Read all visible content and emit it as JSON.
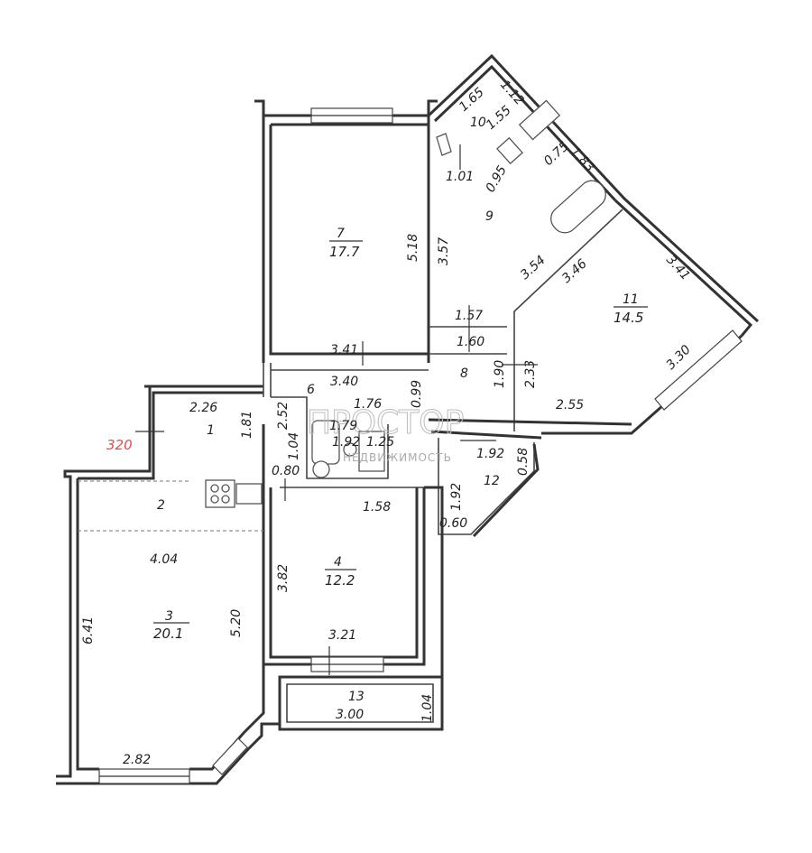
{
  "plan": {
    "watermark_top": "ПРОСТОР",
    "watermark_bottom": "НЕДВИЖИМОСТЬ",
    "annotation_red": "320",
    "rooms": {
      "r1": {
        "num": "1"
      },
      "r2": {
        "num": "2"
      },
      "r3": {
        "num": "3",
        "area": "20.1"
      },
      "r4": {
        "num": "4",
        "area": "12.2"
      },
      "r6": {
        "num": "6"
      },
      "r7": {
        "num": "7",
        "area": "17.7"
      },
      "r8": {
        "num": "8"
      },
      "r9": {
        "num": "9"
      },
      "r10": {
        "num": "10"
      },
      "r11": {
        "num": "11",
        "area": "14.5"
      },
      "r12": {
        "num": "12"
      },
      "r13": {
        "num": "13"
      }
    },
    "dims": {
      "d_2_26": "2.26",
      "d_1_81": "1.81",
      "d_2_52": "2.52",
      "d_1_04a": "1.04",
      "d_0_80": "0.80",
      "d_1_76": "1.76",
      "d_1_79": "1.79",
      "d_1_92b": "1.92",
      "d_1_25": "1.25",
      "d_3_40": "3.40",
      "d_3_41a": "3.41",
      "d_0_99": "0.99",
      "d_5_18": "5.18",
      "d_3_57": "3.57",
      "d_1_57": "1.57",
      "d_1_60": "1.60",
      "d_1_90": "1.90",
      "d_2_33": "2.33",
      "d_2_55": "2.55",
      "d_3_54": "3.54",
      "d_3_46": "3.46",
      "d_3_41b": "3.41",
      "d_3_30": "3.30",
      "d_1_65": "1.65",
      "d_1_12": "1.12",
      "d_1_55": "1.55",
      "d_1_01": "1.01",
      "d_0_95": "0.95",
      "d_0_75": "0.75",
      "d_1_83": "1.83",
      "d_1_92c": "1.92",
      "d_1_92d": "1.92",
      "d_0_58": "0.58",
      "d_0_60": "0.60",
      "d_1_58": "1.58",
      "d_3_82": "3.82",
      "d_3_21": "3.21",
      "d_1_04b": "1.04",
      "d_3_00": "3.00",
      "d_4_04": "4.04",
      "d_5_20": "5.20",
      "d_6_41": "6.41",
      "d_2_82": "2.82"
    }
  }
}
